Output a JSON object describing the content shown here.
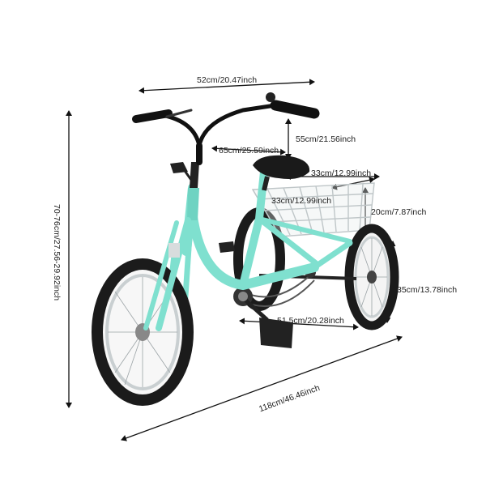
{
  "product": {
    "frame_color": "#7fe0cf",
    "tire_color": "#1b1b1b",
    "accent_color": "#111111"
  },
  "dimensions": {
    "top_width": "52cm/20.47inch",
    "seat_height": "55cm/21.56inch",
    "handlebar_to_seat": "65cm/25.59inch",
    "basket_width": "33cm/12.99inch",
    "basket_depth": "33cm/12.99inch",
    "basket_height": "20cm/7.87inch",
    "total_height": "70-76cm/27.56-29.92inch",
    "rear_wheel_diameter": "35cm/13.78inch",
    "wheel_track": "51.5cm/20.28inch",
    "total_length": "118cm/46.46inch"
  }
}
